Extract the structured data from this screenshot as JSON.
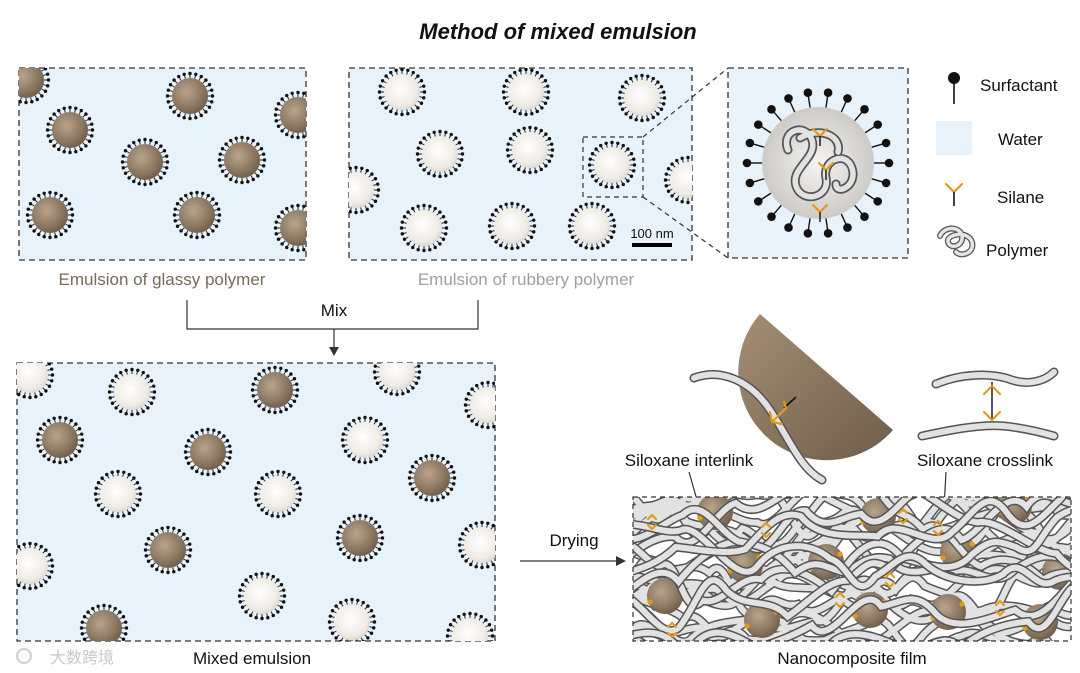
{
  "title": "Method of mixed emulsion",
  "panels": {
    "glassy_caption": "Emulsion of glassy polymer",
    "rubbery_caption": "Emulsion of rubbery polymer",
    "scale_bar": "100 nm",
    "mixed_caption": "Mixed emulsion",
    "film_caption": "Nanocomposite film"
  },
  "arrows": {
    "mix": "Mix",
    "drying": "Drying"
  },
  "legend": {
    "surfactant": "Surfactant",
    "water": "Water",
    "silane": "Silane",
    "polymer": "Polymer"
  },
  "links": {
    "interlink": "Siloxane interlink",
    "crosslink": "Siloxane crosslink"
  },
  "watermark": "大数跨境",
  "colors": {
    "water": "#e8f2fb",
    "glassy_particle": "#8a7660",
    "rubbery_particle": "#f4f1ec",
    "silane": "#e39a1b"
  }
}
